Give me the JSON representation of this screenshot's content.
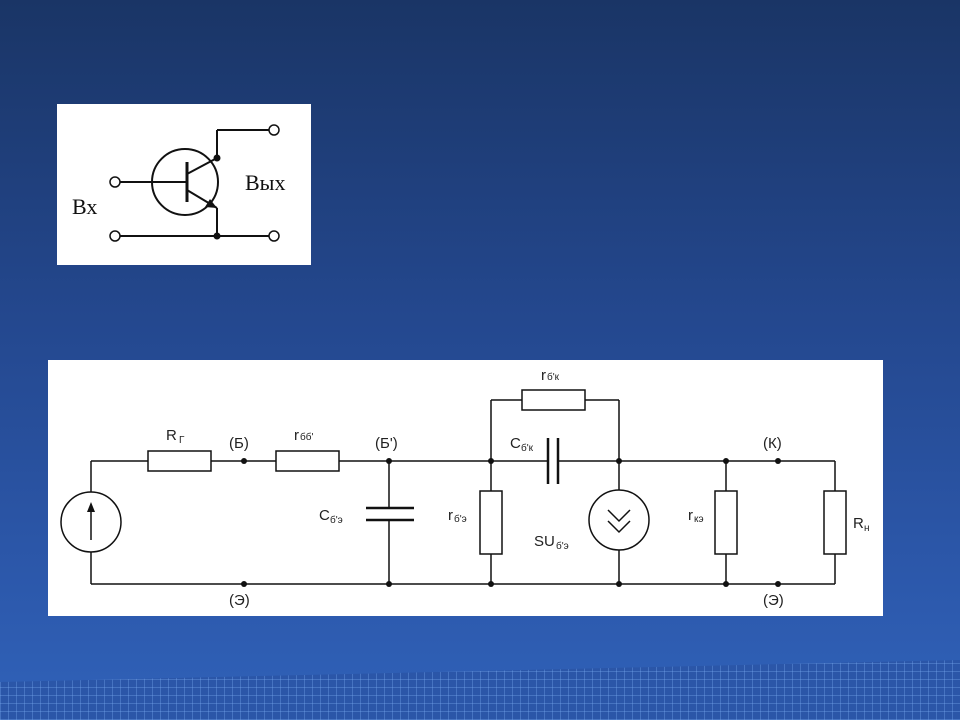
{
  "symbol": {
    "input_label": "Вх",
    "output_label": "Вых"
  },
  "circuit": {
    "labels": {
      "rg_main": "R",
      "rg_sub": "Г",
      "node_b": "(Б)",
      "rbb_main": "r",
      "rbb_sub": "бб'",
      "node_b_prime": "(Б')",
      "cbe_main": "С",
      "cbe_sub": "б'э",
      "rbe_main": "r",
      "rbe_sub": "б'э",
      "rbk_main": "r",
      "rbk_sub": "б'к",
      "cbk_main": "С",
      "cbk_sub": "б'к",
      "su_main": "SU",
      "su_sub": "б'э",
      "rke_main": "r",
      "rke_sub": "кэ",
      "node_k": "(К)",
      "rn_main": "R",
      "rn_sub": "н",
      "node_e_left": "(Э)",
      "node_e_right": "(Э)"
    }
  }
}
